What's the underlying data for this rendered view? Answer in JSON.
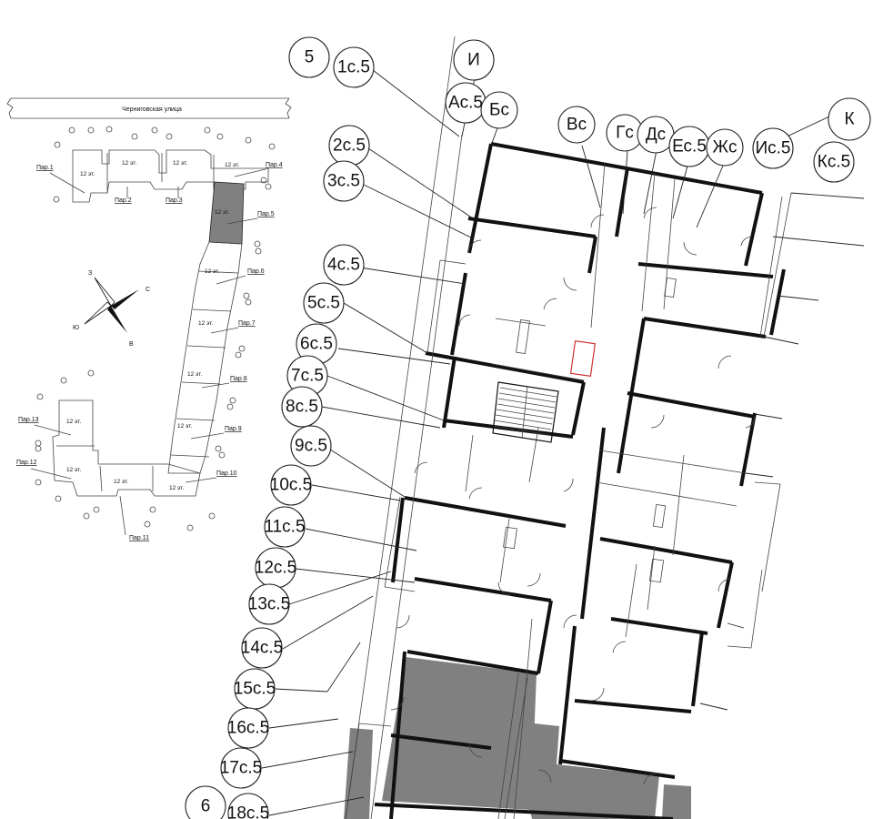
{
  "key_plan": {
    "street": "Черниговская улица",
    "floors_label": "12 эт.",
    "sections": [
      "Пар.1",
      "Пар.2",
      "Пар.3",
      "Пар.4",
      "Пар.5",
      "Пар.6",
      "Пар.7",
      "Пар.8",
      "Пар.9",
      "Пар.10",
      "Пар.11",
      "Пар.12",
      "Пар.13"
    ],
    "highlighted_section": "Пар.5",
    "compass": {
      "north": "С",
      "south": "Ю",
      "west": "З",
      "east": "В"
    }
  },
  "grid_axes": {
    "number_axes": [
      "5",
      "6"
    ],
    "letter_axes": [
      "И",
      "К"
    ],
    "row_bubbles": [
      "1с.5",
      "2с.5",
      "3с.5",
      "4с.5",
      "5с.5",
      "6с.5",
      "7с.5",
      "8с.5",
      "9с.5",
      "10с.5",
      "11с.5",
      "12с.5",
      "13с.5",
      "14с.5",
      "15с.5",
      "16с.5",
      "17с.5",
      "18с.5"
    ],
    "column_bubbles": [
      "Ас.5",
      "Бс",
      "Вс",
      "Гс",
      "Дс",
      "Ес.5",
      "Жс",
      "Ис.5",
      "Кс.5"
    ]
  },
  "colors": {
    "highlight": "#808080",
    "line": "#111111"
  }
}
